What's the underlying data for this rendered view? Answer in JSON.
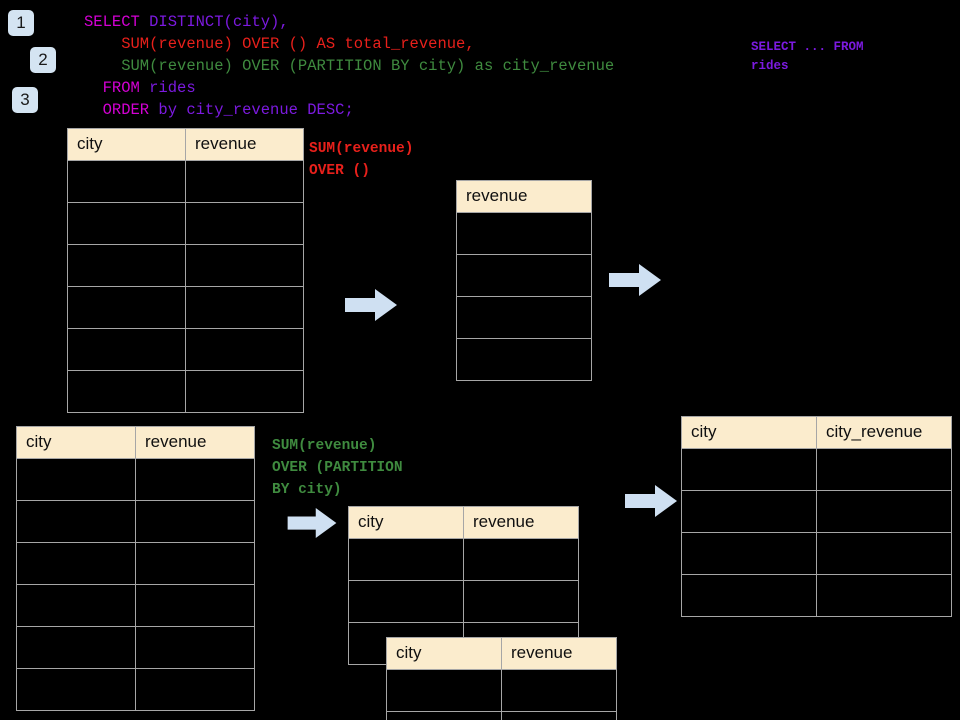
{
  "diagram": {
    "title": "SQL window function execution diagram",
    "background_color": "#000000",
    "header_color": "#fbeccd",
    "badge_color": "#d4e4f2",
    "arrow_color": "#cfe0f2",
    "grid_color": "#a6a6a6"
  },
  "badges": [
    {
      "label": "1"
    },
    {
      "label": "2"
    },
    {
      "label": "3"
    }
  ],
  "sql": {
    "line1_keyword": "SELECT ",
    "line1_rest": "DISTINCT(city),",
    "line2": "    SUM(revenue) OVER () AS total_revenue,",
    "line3": "    SUM(revenue) OVER (PARTITION BY city) as city_revenue",
    "line4_keyword": "  FROM ",
    "line4_rest": "rides",
    "line5_keyword": "  ORDER ",
    "line5_rest": "by city_revenue DESC;"
  },
  "sidenote": {
    "text": "SELECT ... FROM\nrides"
  },
  "annotations": {
    "total_revenue": "SUM(revenue)\nOVER ()",
    "city_revenue": "SUM(revenue)\nOVER (PARTITION\nBY city)"
  },
  "tables": {
    "source_top": {
      "name": "rides-source-table-top",
      "columns": [
        "city",
        "revenue"
      ],
      "row_count": 6,
      "rows": [
        [
          "",
          ""
        ],
        [
          "",
          ""
        ],
        [
          "",
          ""
        ],
        [
          "",
          ""
        ],
        [
          "",
          ""
        ],
        [
          "",
          ""
        ]
      ]
    },
    "total_revenue": {
      "name": "total-revenue-table",
      "columns": [
        "revenue"
      ],
      "row_count": 4,
      "rows": [
        [
          ""
        ],
        [
          ""
        ],
        [
          ""
        ],
        [
          ""
        ]
      ]
    },
    "source_bottom": {
      "name": "rides-source-table-bottom",
      "columns": [
        "city",
        "revenue"
      ],
      "row_count": 6,
      "rows": [
        [
          "",
          ""
        ],
        [
          "",
          ""
        ],
        [
          "",
          ""
        ],
        [
          "",
          ""
        ],
        [
          "",
          ""
        ],
        [
          "",
          ""
        ]
      ]
    },
    "partition_back": {
      "name": "partition-table-back",
      "columns": [
        "city",
        "revenue"
      ],
      "row_count": 3,
      "rows": [
        [
          "",
          ""
        ],
        [
          "",
          ""
        ],
        [
          "",
          ""
        ]
      ]
    },
    "partition_front": {
      "name": "partition-table-front",
      "columns": [
        "city",
        "revenue"
      ],
      "row_count": 2,
      "rows": [
        [
          "",
          ""
        ],
        [
          "",
          ""
        ]
      ]
    },
    "result": {
      "name": "result-table",
      "columns": [
        "city",
        "city_revenue"
      ],
      "row_count": 4,
      "rows": [
        [
          "",
          ""
        ],
        [
          "",
          ""
        ],
        [
          "",
          ""
        ],
        [
          "",
          ""
        ]
      ]
    }
  },
  "arrows": [
    {
      "name": "arrow-source-to-total"
    },
    {
      "name": "arrow-total-to-result"
    },
    {
      "name": "arrow-source-to-partition"
    },
    {
      "name": "arrow-partition-to-result"
    }
  ]
}
